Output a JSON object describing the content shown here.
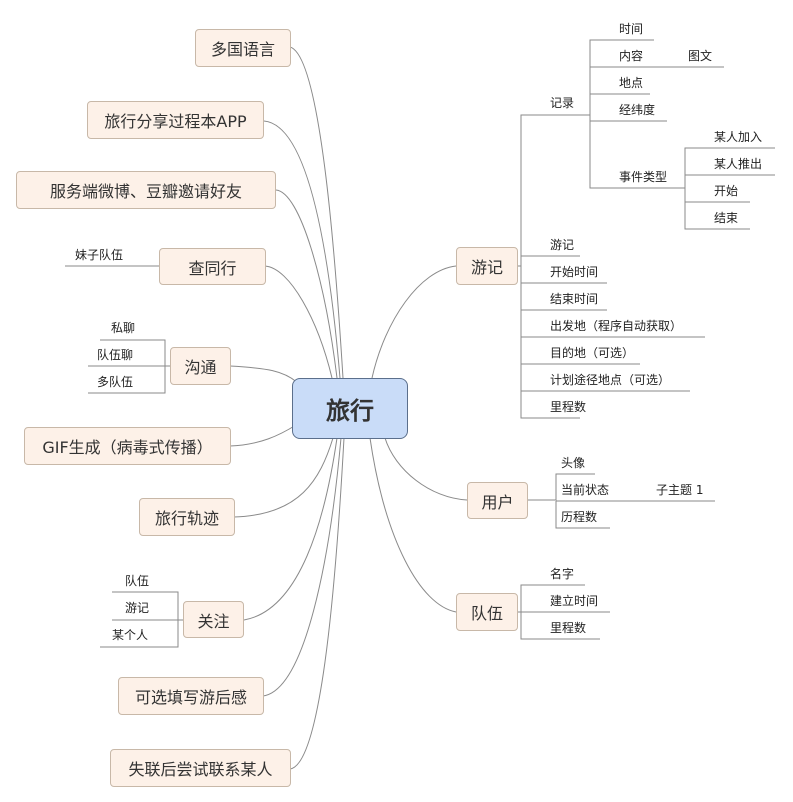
{
  "root": "旅行",
  "left_topics": {
    "languages": "多国语言",
    "share_app": "旅行分享过程本APP",
    "invite": "服务端微博、豆瓣邀请好友",
    "find_companion": "查同行",
    "girl_team": "妹子队伍",
    "communicate": "沟通",
    "private_chat": "私聊",
    "team_chat": "队伍聊",
    "multi_team": "多队伍",
    "gif": "GIF生成（病毒式传播）",
    "track": "旅行轨迹",
    "follow": "关注",
    "follow_team": "队伍",
    "follow_travelogue": "游记",
    "follow_person": "某个人",
    "review": "可选填写游后感",
    "lost_contact": "失联后尝试联系某人"
  },
  "right_topics": {
    "travelogue": "游记",
    "record": "记录",
    "time": "时间",
    "content": "内容",
    "image_text": "图文",
    "place": "地点",
    "latlng": "经纬度",
    "event_type": "事件类型",
    "someone_join": "某人加入",
    "someone_leave": "某人推出",
    "start": "开始",
    "end": "结束",
    "travelogue_leaf": "游记",
    "start_time": "开始时间",
    "end_time": "结束时间",
    "departure": "出发地（程序自动获取）",
    "destination": "目的地（可选）",
    "waypoints": "计划途径地点（可选）",
    "mileage": "里程数",
    "user": "用户",
    "avatar": "头像",
    "current_status": "当前状态",
    "subtopic": "子主题 1",
    "history_mileage": "历程数",
    "team": "队伍",
    "name": "名字",
    "created_time": "建立时间",
    "team_mileage": "里程数"
  }
}
